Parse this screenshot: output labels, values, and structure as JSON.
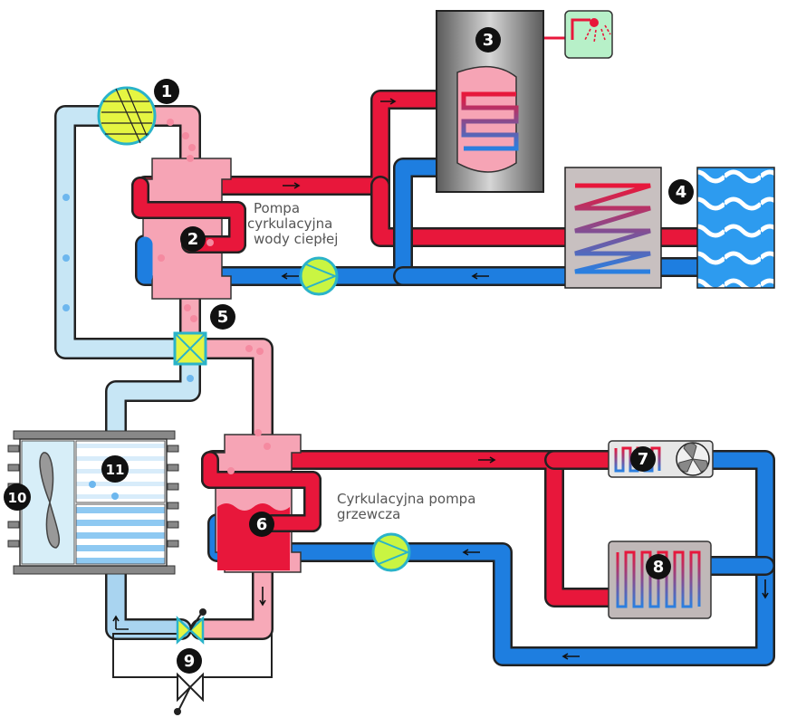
{
  "labels": {
    "pump_hot_water_line1": "Pompa",
    "pump_hot_water_line2": "cyrkulacyjna",
    "pump_hot_water_line3": "wody ciepłej",
    "pump_heating_line1": "Cyrkulacyjna pompa",
    "pump_heating_line2": "grzewcza"
  },
  "badges": [
    "1",
    "2",
    "3",
    "4",
    "5",
    "6",
    "7",
    "8",
    "9",
    "10",
    "11"
  ],
  "colors": {
    "hot_pipe": "#e8173b",
    "cold_pipe": "#1e7ee0",
    "refrigerant_hot": "#f4a0b0",
    "refrigerant_cold": "#bfe4f5",
    "pump": "#c9f542",
    "badge": "#111111"
  },
  "icons": [
    "compressor-icon",
    "shower-icon",
    "water-waves-icon",
    "fan-icon",
    "valve-icon",
    "pump-icon"
  ]
}
